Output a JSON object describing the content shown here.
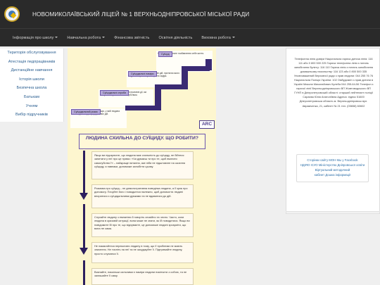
{
  "header": {
    "title": "НОВОМИКОЛАЇВСЬКИЙ ЛІЦЕЙ № 1 ВЕРХНЬОДНІПРОВСЬКОЇ МІСЬКОЇ РАДИ"
  },
  "nav": {
    "items": [
      {
        "label": "Інформація про школу",
        "dropdown": true
      },
      {
        "label": "Навчальна робота",
        "dropdown": true
      },
      {
        "label": "Фінансова звітність",
        "dropdown": false
      },
      {
        "label": "Освітня діяльність",
        "dropdown": false
      },
      {
        "label": "Виховна робота",
        "dropdown": true
      }
    ]
  },
  "sidebar": {
    "items": [
      "Територія обслуговування",
      "Атестація педпрацівників",
      "Дистанційне навчання",
      "Історія школи",
      "Безпечна школа",
      "Батькам",
      "Учням",
      "Вибір підручників"
    ]
  },
  "poster": {
    "notes": [
      "Суїцид – навмисне позбавлення себе життя.",
      "Суїцидальні наміри – це план дій, протягом якого людина готується реалізувати задум.",
      "Суїцидальні спроби – демонстративні дії, які можуть завершитися самогубством.",
      "Суїцидальний ризик – ситуація, у якій людина може вдатися до суїцидальних дій."
    ],
    "tags": [
      "Суїцид",
      "Суїцидальні наміри",
      "Суїцидальні спроби",
      "Суїцидальний ризик"
    ],
    "logo": "ARC",
    "heading": "ЛЮДИНА СХИЛЬНА ДО СУЇЦИДУ. ЩО РОБИТИ?",
    "steps": [
      "Якщо ви підозрюєте, що людина має схильність до суїциду, не бійтеся запитати у неї про це прямо: «Чи думаєш ти про те, щоб вчинити самогубство?» – найкраще питання, яке ніби не підштовхне на скоєння суїциду, а навпаки, допоможе запобігти цьому.",
      "Розмова про суїцид – не демонстративна поведінка людини, а її крик про допомогу. Почуйте його і поводьтеся належно, щоб допомогти людині впоратися з суїцидальними думками та не вдаватися до дій.",
      "Слухайте людину з емпатією й говоріть спокійно та чесно. Часто, коли людина в кризовій ситуації, вона може не знати, як їй поводитися. Якщо ви повідомите їй про те, що відчуваєте, це допоможе людині зрозуміти, що вона не сама.",
      "Не намагайтеся переконати людину в тому, що її проблеми не мають значення. Не тисніть на неї та не засуджуйте її. Підтримайте людину, просто слухаючи її.",
      "Визнайте, наскільки сильними є наміри людини покінчити з собою, та не залишайте її саму."
    ]
  },
  "right": {
    "info": "Телефонна лінія довіри Національна гаряча дитяча лінія: 116 111 або 0 800 500 225 Гаряча телефонна лінія з питань запобігання булінгу: 116 110 Гаряча лінія з питань запобігання домашньому насильству: 116 123 або 0 800 500 335 Уповноважений Верховної ради з прав людини: 044 255 76 76 Національна Поліція України: 102 Омбудсмен з прав дитини в Україні Микола Миколайович Кулеба 044 255-64-56 Телефон з гарячої лінії Верхньодніпровського ВП Жовтоводського ВП ГУНП в Дніпропетровській області: старший лейтенант поліції Сараєва Юлія Анатоліївна Адреса: індекс 51600 Дніпропетровська область м. Верхньодніпровськ вул. Аврамченка, 21, кабінет № 21 тел. (05658) 60602",
    "links": [
      "Сторінки сайту МОН Мы у Facebook",
      "НДІЯО ІСУО Міністерство Дніпровської освіти Віртуальний методичний",
      "кабінет Дошка інформації"
    ]
  }
}
